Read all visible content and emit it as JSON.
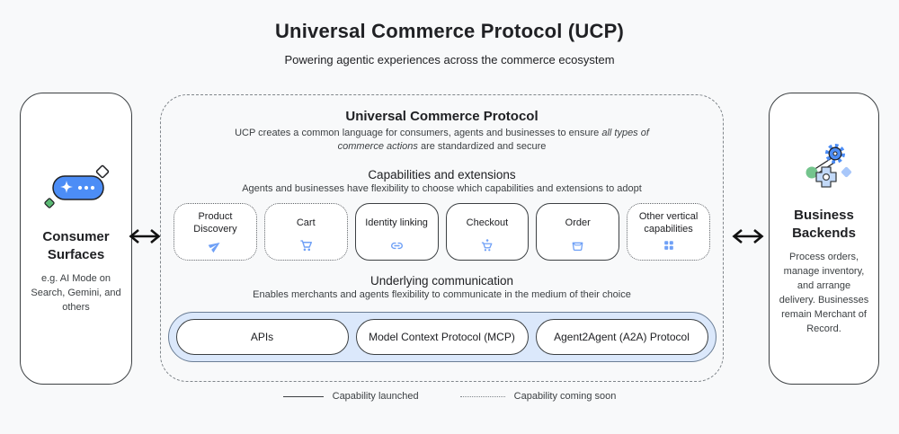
{
  "page": {
    "title": "Universal Commerce Protocol (UCP)",
    "subtitle": "Powering agentic experiences across the commerce ecosystem"
  },
  "consumer_surfaces": {
    "title": "Consumer Surfaces",
    "description": "e.g. AI Mode on Search, Gemini, and others",
    "icon": "ai-sparkle-pill-icon"
  },
  "business_backends": {
    "title": "Business Backends",
    "description": "Process orders, manage inventory, and arrange delivery. Businesses remain Merchant of Record.",
    "icon": "gears-icon"
  },
  "ucp_panel": {
    "title": "Universal Commerce Protocol",
    "description_prefix": "UCP creates a common language for consumers, agents and businesses to ensure ",
    "description_italic": "all types of commerce actions",
    "description_suffix": " are standardized and secure",
    "capabilities": {
      "title": "Capabilities and extensions",
      "subtitle": "Agents and businesses have flexibility to choose which capabilities and extensions to adopt",
      "items": [
        {
          "label": "Product Discovery",
          "icon": "send-icon",
          "status": "coming-soon"
        },
        {
          "label": "Cart",
          "icon": "cart-icon",
          "status": "coming-soon"
        },
        {
          "label": "Identity linking",
          "icon": "link-icon",
          "status": "launched"
        },
        {
          "label": "Checkout",
          "icon": "cart-checkout-icon",
          "status": "launched"
        },
        {
          "label": "Order",
          "icon": "package-icon",
          "status": "launched"
        },
        {
          "label": "Other vertical capabilities",
          "icon": "grid-icon",
          "status": "coming-soon"
        }
      ]
    },
    "communication": {
      "title": "Underlying communication",
      "subtitle": "Enables merchants and agents flexibility to communicate in the medium of their choice",
      "protocols": [
        "APIs",
        "Model Context Protocol (MCP)",
        "Agent2Agent (A2A) Protocol"
      ]
    }
  },
  "legend": {
    "launched_label": "Capability launched",
    "coming_soon_label": "Capability coming soon"
  },
  "colors": {
    "background": "#f8f9fa",
    "accent_blue": "#4c8df6",
    "icon_blue": "#6fa0f6",
    "band_blue": "#dbe8fb",
    "green": "#5bb974",
    "text_dark": "#202124",
    "text_gray": "#3c4043"
  }
}
